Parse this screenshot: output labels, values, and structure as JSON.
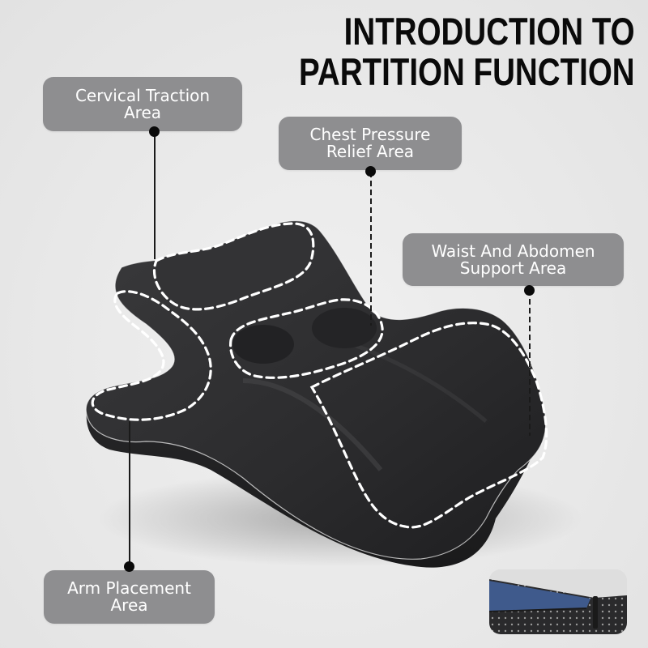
{
  "title": {
    "line1": "INTRODUCTION TO",
    "line2": "PARTITION FUNCTION"
  },
  "callouts": [
    {
      "id": "cervical",
      "line1": "Cervical Traction",
      "line2": "Area"
    },
    {
      "id": "chest",
      "line1": "Chest Pressure",
      "line2": "Relief Area"
    },
    {
      "id": "waist",
      "line1": "Waist And Abdomen",
      "line2": "Support Area"
    },
    {
      "id": "arm",
      "line1": "Arm Placement",
      "line2": "Area"
    }
  ],
  "colors": {
    "background": "#ececec",
    "label_bg": "#8e8e90",
    "label_text": "#ffffff",
    "pillow": "#2c2c2e",
    "stitch": "#ffffff",
    "title_text": "#0a0a0a",
    "inset_fabric_blue": "#3f5a8c"
  },
  "inset": {
    "subject": "zipper-cover-detail"
  }
}
